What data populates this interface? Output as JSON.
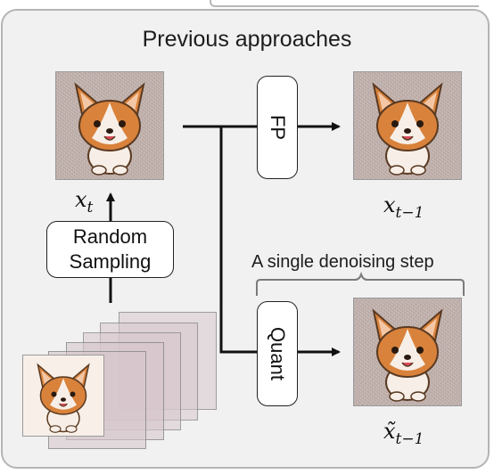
{
  "title": "Previous approaches",
  "boxes": {
    "fp": "FP",
    "quant": "Quant",
    "random_sampling": "Random\nSampling"
  },
  "labels": {
    "x_t": {
      "base": "x",
      "sub": "t"
    },
    "x_t_minus_1": {
      "base": "x",
      "sub": "t−1"
    },
    "x_tilde_t_minus_1": {
      "base": "x̃",
      "sub": "t−1"
    }
  },
  "caption": "A single denoising step",
  "colors": {
    "arrow": "#111111",
    "panel_bg": "#f1f1f1",
    "panel_border": "#b4b4b4",
    "dog_fur": "#d9823b"
  }
}
